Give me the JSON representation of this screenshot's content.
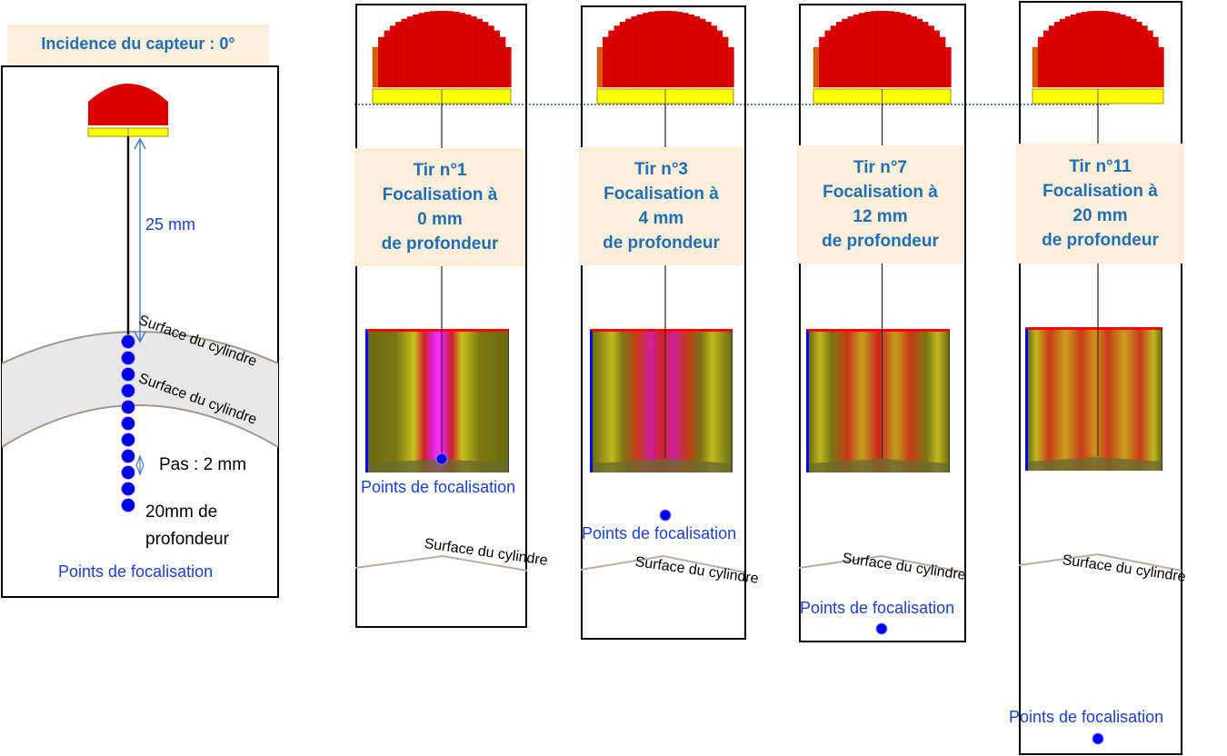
{
  "left_panel": {
    "header": "Incidence du capteur : 0°",
    "distance_label": "25 mm",
    "surface_label_outer": "Surface du cylindre",
    "surface_label_inner": "Surface du cylindre",
    "step_label": "Pas : 2 mm",
    "depth_label_line1": "20mm de",
    "depth_label_line2": "profondeur",
    "focus_points_label": "Points de focalisation",
    "focus_point_count": 11
  },
  "shots": [
    {
      "line1": "Tir n°1",
      "line2": "Focalisation à",
      "line3": "0 mm",
      "line4": "de profondeur",
      "focus_points_label": "Points de focalisation",
      "surface_label": "Surface du cylindre",
      "focus_depth_mm": 0
    },
    {
      "line1": "Tir n°3",
      "line2": "Focalisation à",
      "line3": "4 mm",
      "line4": "de profondeur",
      "focus_points_label": "Points de focalisation",
      "surface_label": "Surface du cylindre",
      "focus_depth_mm": 4
    },
    {
      "line1": "Tir n°7",
      "line2": "Focalisation à",
      "line3": "12 mm",
      "line4": "de profondeur",
      "focus_points_label": "Points de focalisation",
      "surface_label": "Surface du cylindre",
      "focus_depth_mm": 12
    },
    {
      "line1": "Tir n°11",
      "line2": "Focalisation à",
      "line3": "20 mm",
      "line4": "de profondeur",
      "focus_points_label": "Points de focalisation",
      "surface_label": "Surface du cylindre",
      "focus_depth_mm": 20
    }
  ],
  "colors": {
    "label_text": "#1f6fb4",
    "label_bg": "#fdeeda",
    "probe": "#d80000",
    "element_bar": "#ffff00",
    "focus_point": "#0000ee"
  }
}
